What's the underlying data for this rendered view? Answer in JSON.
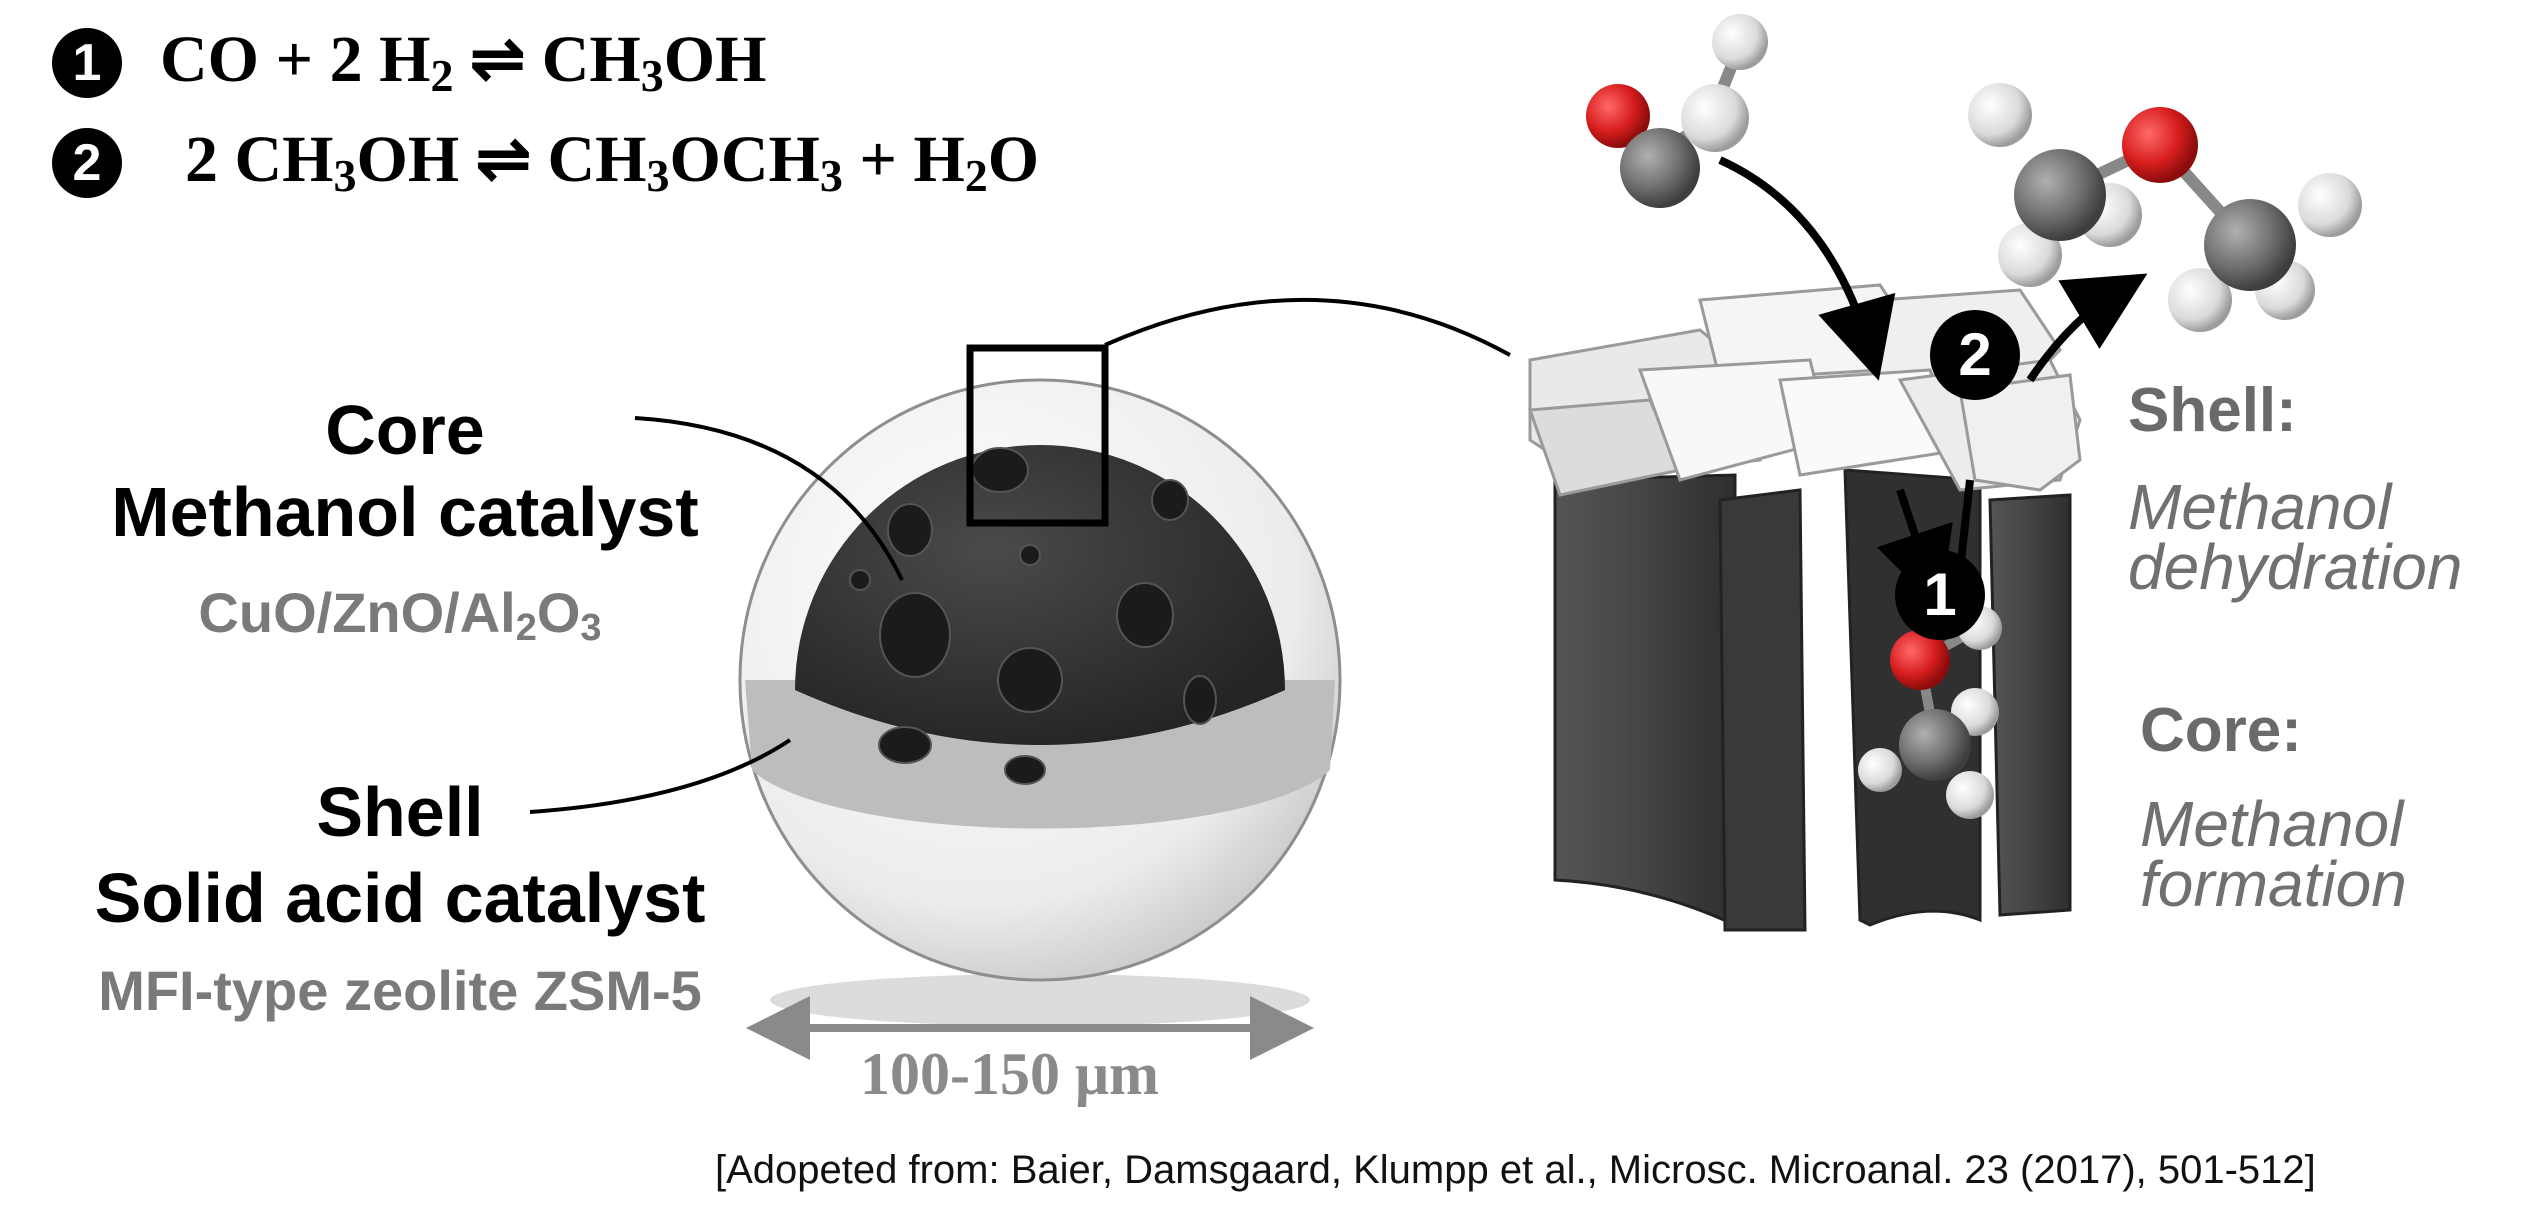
{
  "equations": [
    {
      "num": "1",
      "parts": {
        "a": "CO + 2 H",
        "a_sub": "2",
        "arrow": "⇌",
        "b": " CH",
        "b_sub": "3",
        "c": "OH"
      }
    },
    {
      "num": "2",
      "parts": {
        "a": "2 CH",
        "a_sub": "3",
        "b": "OH ",
        "arrow": "⇌",
        "c": " CH",
        "c_sub": "3",
        "d": "OCH",
        "d_sub": "3",
        "e": " + H",
        "e_sub": "2",
        "f": "O"
      }
    }
  ],
  "core_label": {
    "line1": "Core",
    "line2": "Methanol catalyst",
    "formula_a": "CuO/ZnO/Al",
    "formula_sub1": "2",
    "formula_b": "O",
    "formula_sub2": "3"
  },
  "shell_label": {
    "line1": "Shell",
    "line2": "Solid acid catalyst",
    "sub": "MFI-type zeolite ZSM-5"
  },
  "scale_bar": {
    "text": "100-150 μm"
  },
  "right_panel": {
    "shell_heading": "Shell:",
    "shell_desc_1": "Methanol",
    "shell_desc_2": "dehydration",
    "core_heading": "Core:",
    "core_desc_1": "Methanol",
    "core_desc_2": "formation"
  },
  "markers": {
    "step1": "1",
    "step2": "2"
  },
  "citation": "[Adopeted from: Baier, Damsgaard, Klumpp et al., Microsc. Microanal.  23 (2017), 501-512]",
  "colors": {
    "core": "#3a3a3a",
    "shell": "#f2f2f2",
    "oxygen": "#d81e1e",
    "carbon": "#707070",
    "hydrogen": "#e6e6e6",
    "label_grey": "#7a7a7a"
  }
}
